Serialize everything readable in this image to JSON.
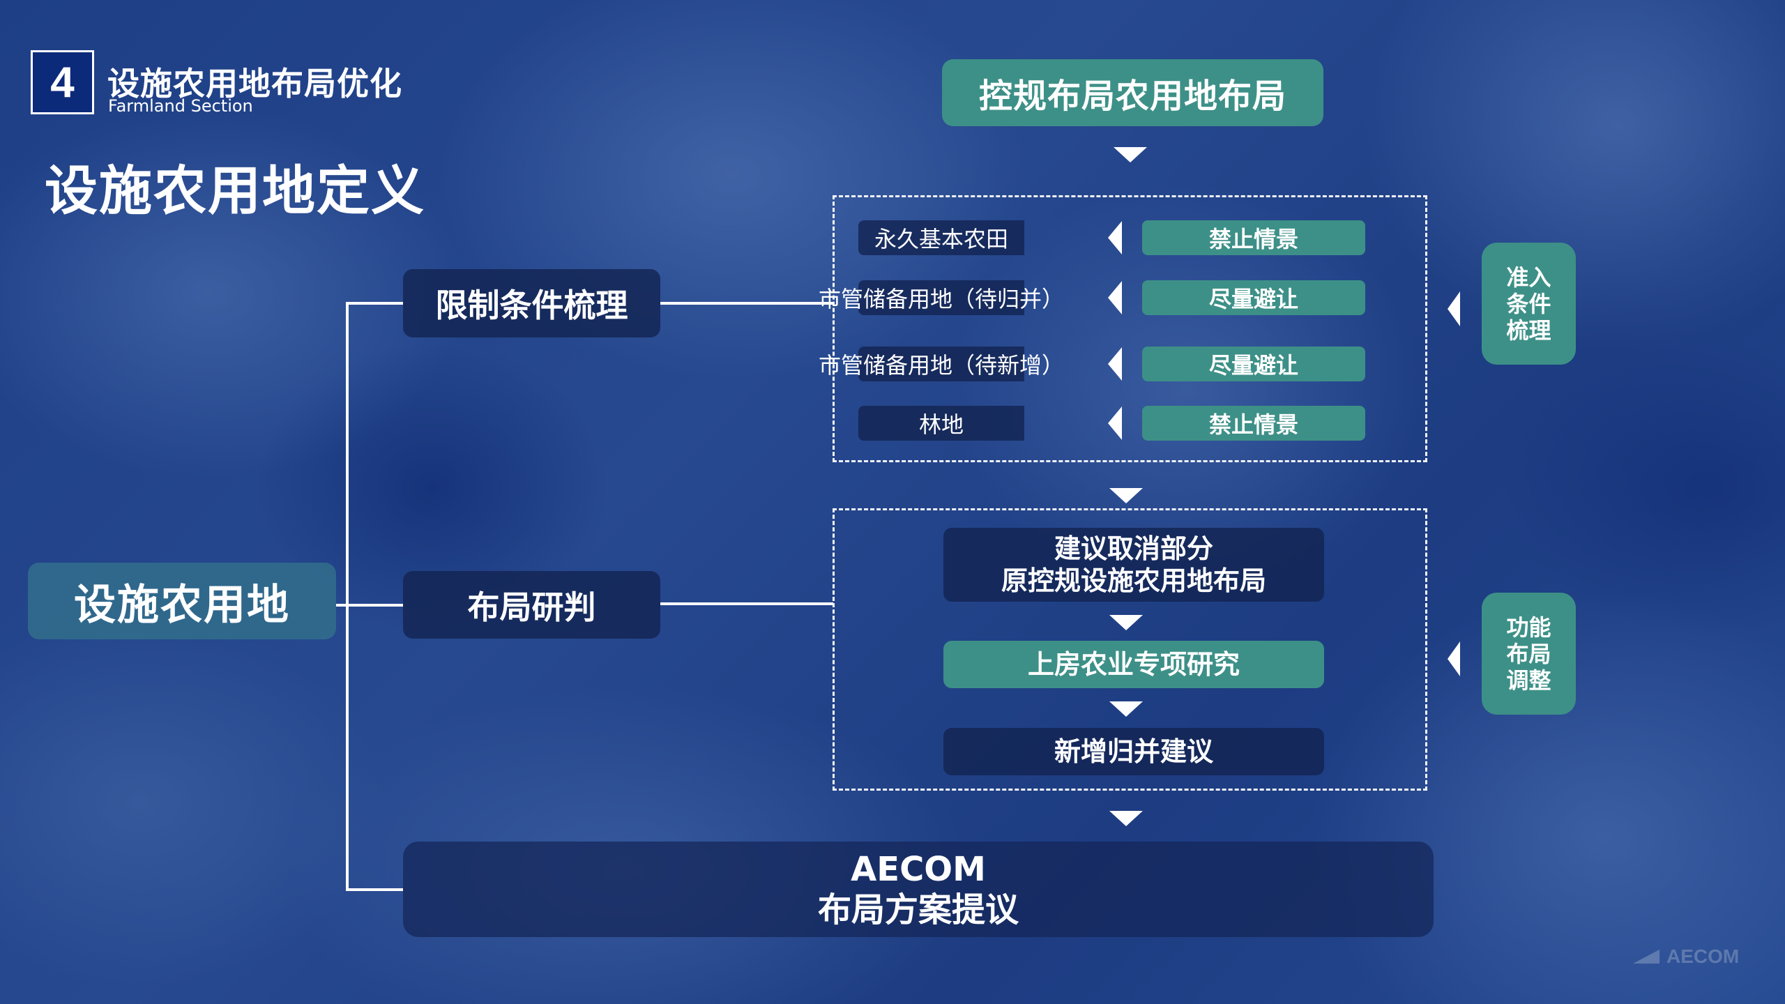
{
  "section": {
    "number": "4",
    "title": "设施农用地布局优化",
    "subtitle": "Farmland Section"
  },
  "page_title": "设施农用地定义",
  "root": {
    "label": "设施农用地"
  },
  "branches": [
    {
      "label": "限制条件梳理"
    },
    {
      "label": "布局研判"
    }
  ],
  "header": {
    "label": "控规布局农用地布局"
  },
  "restrictions": [
    {
      "land_type": "永久基本农田",
      "policy": "禁止情景"
    },
    {
      "land_type": "市管储备用地（待归并）",
      "policy": "尽量避让"
    },
    {
      "land_type": "市管储备用地（待新增）",
      "policy": "尽量避让"
    },
    {
      "land_type": "林地",
      "policy": "禁止情景"
    }
  ],
  "side_labels": [
    {
      "lines": [
        "准入",
        "条件",
        "梳理"
      ]
    },
    {
      "lines": [
        "功能",
        "布局",
        "调整"
      ]
    }
  ],
  "flow_steps": [
    {
      "lines": [
        "建议取消部分",
        "原控规设施农用地布局"
      ]
    },
    {
      "lines": [
        "上房农业专项研究"
      ]
    },
    {
      "lines": [
        "新增归并建议"
      ]
    }
  ],
  "final": {
    "lines": [
      "AECOM",
      "布局方案提议"
    ]
  },
  "watermark": {
    "text": "AECOM"
  },
  "colors": {
    "teal": "#3d9087",
    "dark_box": "#122350",
    "background": "#234590",
    "section_number_bg": "#0c2a7a"
  }
}
